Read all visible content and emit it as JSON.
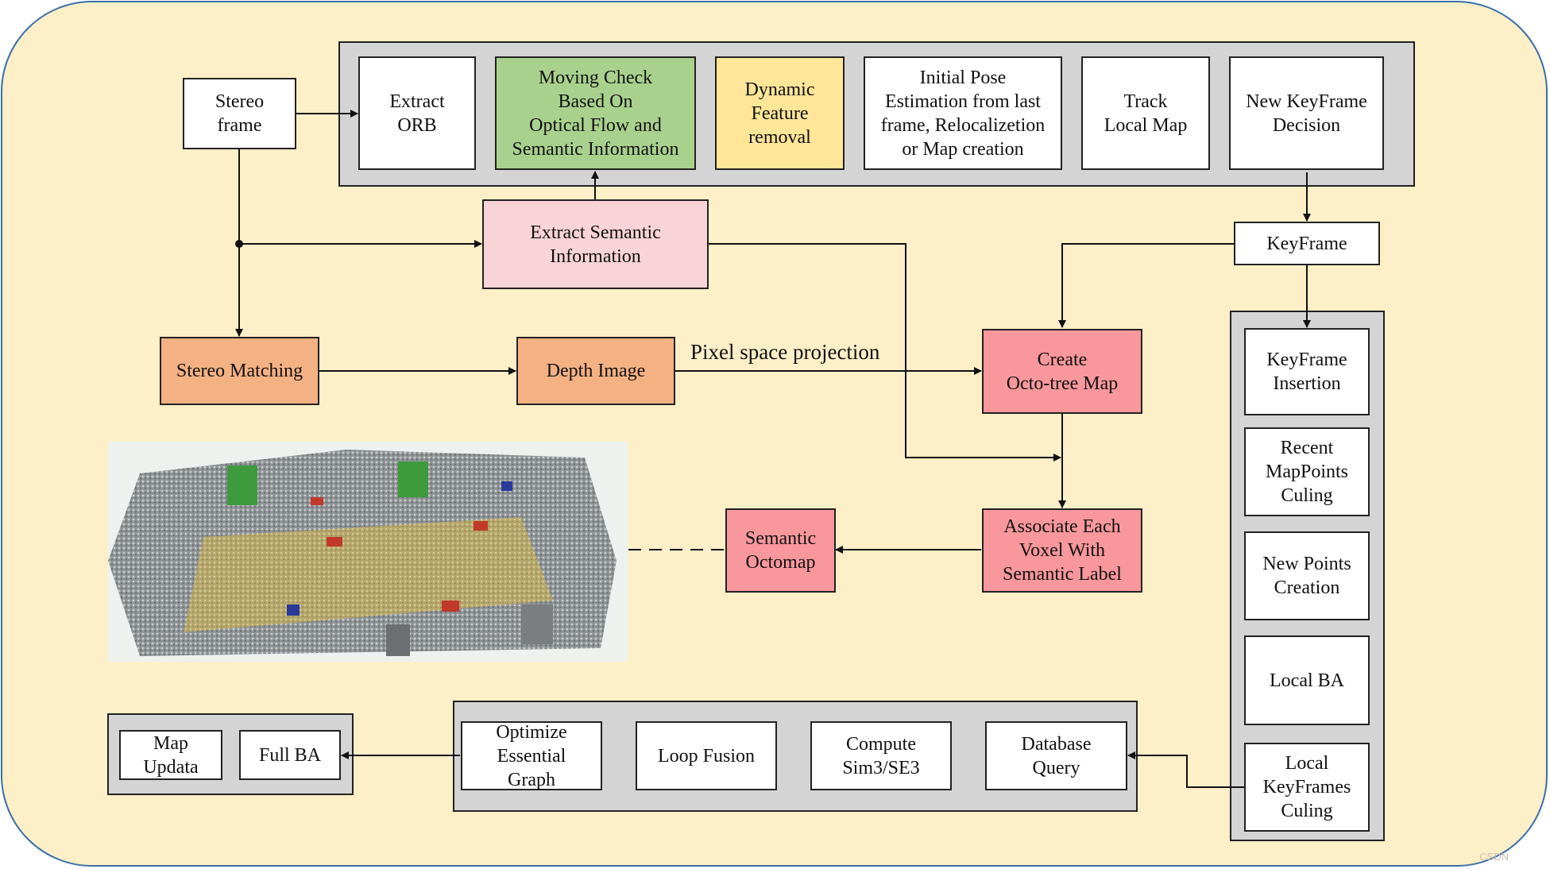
{
  "nodes": {
    "stereo_frame": "Stereo\nframe",
    "extract_orb": "Extract\nORB",
    "moving_check": "Moving Check\nBased On\nOptical Flow and\nSemantic Information",
    "dynamic_removal": "Dynamic\nFeature\nremoval",
    "initial_pose": "Initial Pose\nEstimation from last\nframe, Relocalizetion\nor Map creation",
    "track_local_map": "Track\nLocal Map",
    "new_keyframe_decision": "New KeyFrame\nDecision",
    "extract_semantic": "Extract Semantic\nInformation",
    "keyframe": "KeyFrame",
    "stereo_matching": "Stereo Matching",
    "depth_image": "Depth Image",
    "create_octotree": "Create\nOcto-tree Map",
    "keyframe_insertion": "KeyFrame\nInsertion",
    "recent_mappoints": "Recent\nMapPoints\nCuling",
    "new_points": "New Points\nCreation",
    "local_ba": "Local BA",
    "local_keyframes_culing": "Local\nKeyFrames\nCuling",
    "associate_voxel": "Associate Each\nVoxel With\nSemantic Label",
    "semantic_octomap": "Semantic\nOctomap",
    "map_updata": "Map\nUpdata",
    "full_ba": "Full BA",
    "optimize_graph": "Optimize\nEssential\nGraph",
    "loop_fusion": "Loop Fusion",
    "compute_sim3": "Compute\nSim3/SE3",
    "database_query": "Database\nQuery"
  },
  "edge_labels": {
    "pixel_projection": "Pixel space projection"
  },
  "colors": {
    "background": "#fdefc8",
    "border": "#3a6fa8",
    "panel": "#d4d4d4",
    "green": "#a9d18e",
    "yellow": "#ffe699",
    "pink": "#f8d3d8",
    "orange": "#f4b183",
    "red": "#f8979c"
  },
  "watermark": "CSDN"
}
